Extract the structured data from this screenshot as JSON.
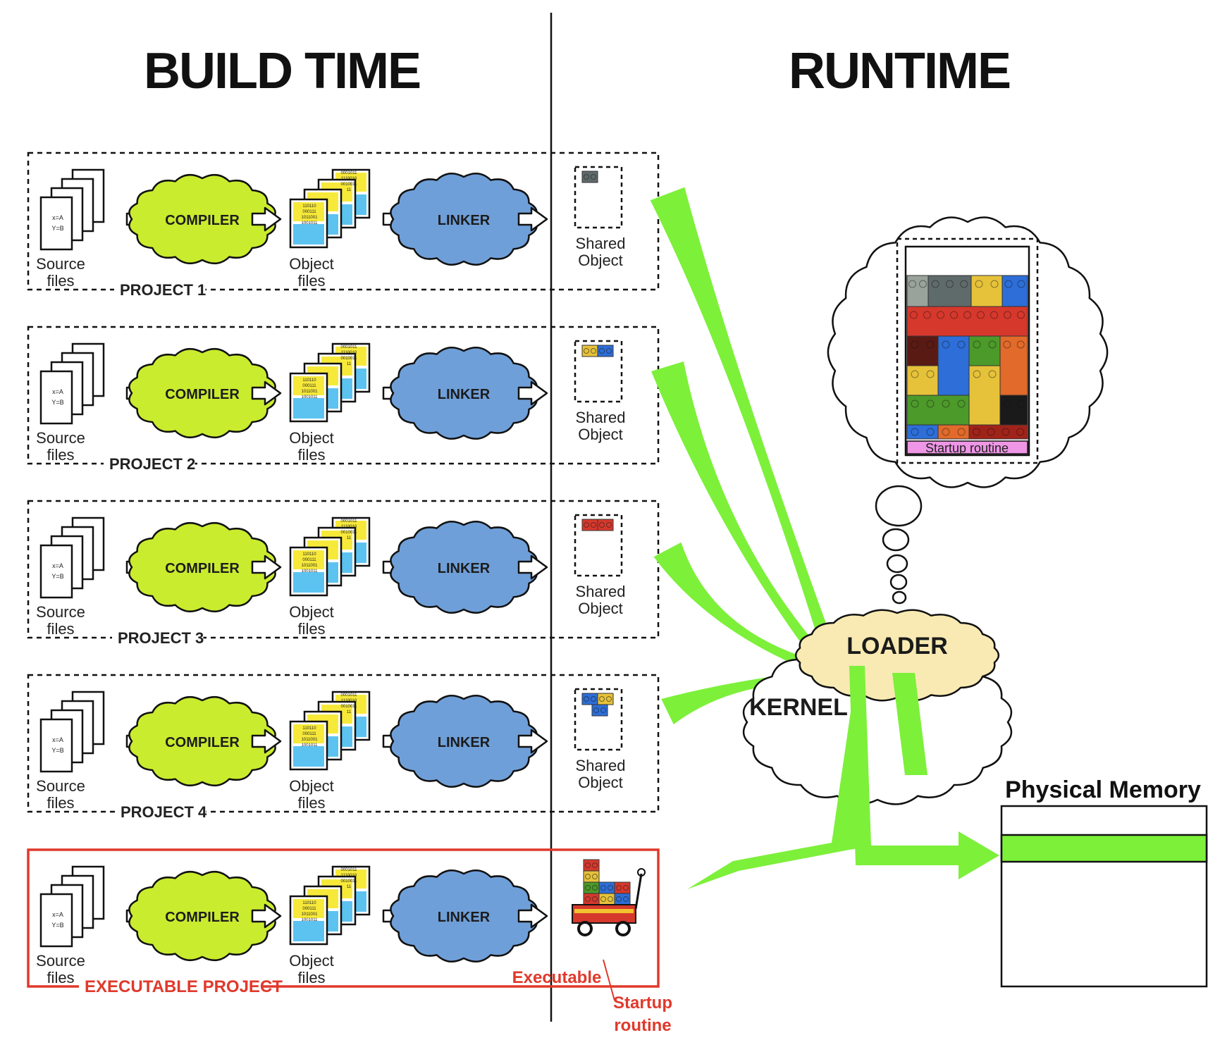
{
  "headings": {
    "build_time": "BUILD TIME",
    "runtime": "RUNTIME"
  },
  "common": {
    "source_files": "Source files",
    "object_files": "Object files",
    "compiler": "COMPILER",
    "linker": "LINKER",
    "shared_object": "Shared Object",
    "source_snippet": [
      "x=A",
      "Y=B"
    ]
  },
  "projects": [
    {
      "label": "PROJECT 1",
      "output": "Shared Object"
    },
    {
      "label": "PROJECT 2",
      "output": "Shared Object"
    },
    {
      "label": "PROJECT 3",
      "output": "Shared Object"
    },
    {
      "label": "PROJECT 4",
      "output": "Shared Object"
    }
  ],
  "executable_project": {
    "label": "EXECUTABLE PROJECT",
    "output": "Executable",
    "startup_routine": "Startup routine"
  },
  "runtime": {
    "loader": "LOADER",
    "kernel": "KERNEL",
    "startup_routine": "Startup routine",
    "physical_memory": "Physical Memory"
  },
  "colors": {
    "compiler_fill": "#c9ec2e",
    "linker_fill": "#6f9fd8",
    "loader_fill": "#f8eab2",
    "arrow_green": "#7df03a",
    "executable_red": "#e0392b",
    "startup_pink": "#ef96e6"
  },
  "icons": {
    "source": "document-stack-icon",
    "objects": "object-file-stack-icon",
    "compiler": "cloud-icon",
    "linker": "cloud-icon",
    "executable": "wagon-icon"
  }
}
